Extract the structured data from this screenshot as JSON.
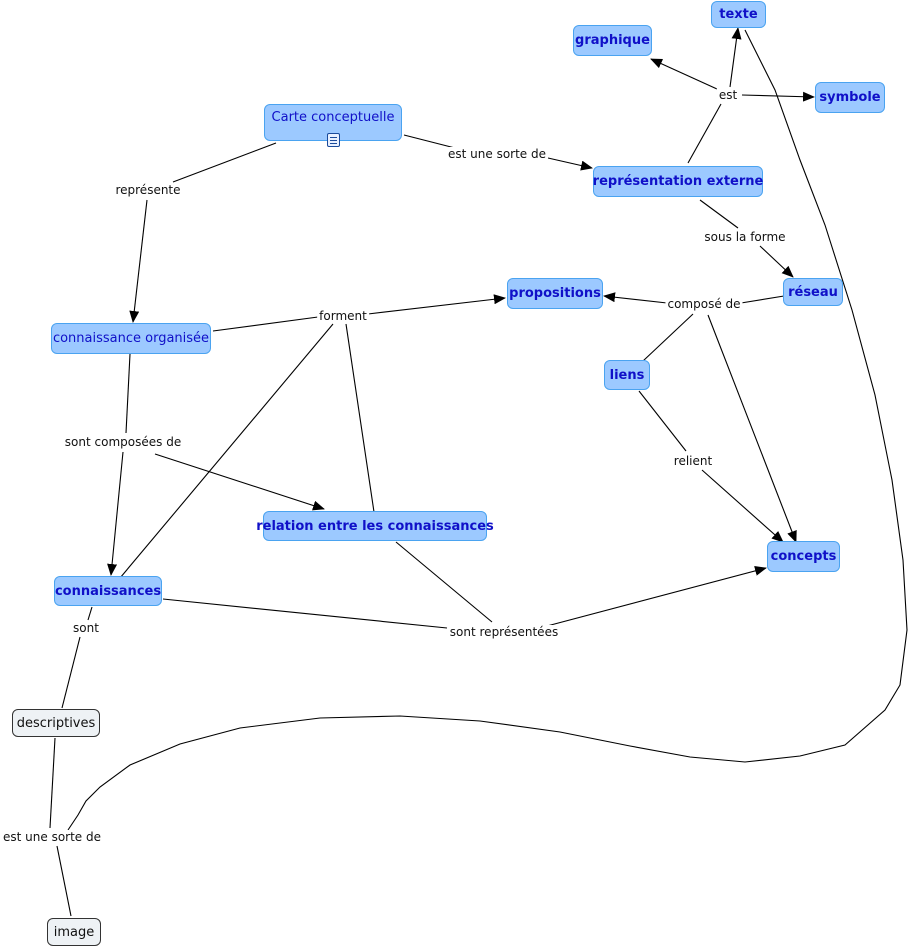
{
  "nodes": {
    "carte": "Carte conceptuelle",
    "representation": "représentation externe",
    "texte": "texte",
    "graphique": "graphique",
    "symbole": "symbole",
    "reseau": "réseau",
    "propositions": "propositions",
    "organisee": "connaissance organisée",
    "liens": "liens",
    "concepts": "concepts",
    "relation": "relation entre les connaissances",
    "connaissances": "connaissances",
    "descriptives": "descriptives",
    "image": "image"
  },
  "links": {
    "est_sorte_1": "est une sorte de",
    "represente": "représente",
    "est": "est",
    "sous_forme": "sous la forme",
    "compose": "composé de",
    "forment": "forment",
    "composees": "sont composées de",
    "relient": "relient",
    "sont": "sont",
    "representees": "sont représentées",
    "est_sorte_2": "est une sorte de"
  },
  "colors": {
    "concept_fill": "#9cc9ff",
    "concept_border": "#4aa3f0",
    "concept_text": "#1010c8",
    "plain_fill": "#eef2f5",
    "line": "#000000"
  },
  "icons": {
    "carte_attachment": "document-icon"
  }
}
